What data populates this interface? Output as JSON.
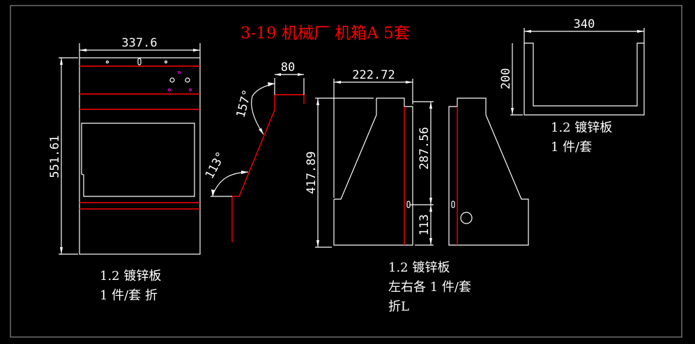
{
  "title": "3-19 机械厂 机箱A  5套",
  "front_panel": {
    "width_dim": "337.6",
    "height_dim": "551.61",
    "note_line1": "1.2 镀锌板",
    "note_line2": "1 件/套 折"
  },
  "side_profile": {
    "width_dim": "80",
    "angle_top": "157°",
    "angle_bottom": "113°"
  },
  "side_panels": {
    "width_dim": "222.72",
    "height_dim": "417.89",
    "upper_dim": "287.56",
    "lower_dim": "113",
    "note_line1": "1.2 镀锌板",
    "note_line2": "左右各 1 件/套",
    "note_line3": "折L"
  },
  "channel": {
    "width_dim": "340",
    "height_dim": "200",
    "note_line1": "1.2 镀锌板",
    "note_line2": "1 件/套"
  }
}
